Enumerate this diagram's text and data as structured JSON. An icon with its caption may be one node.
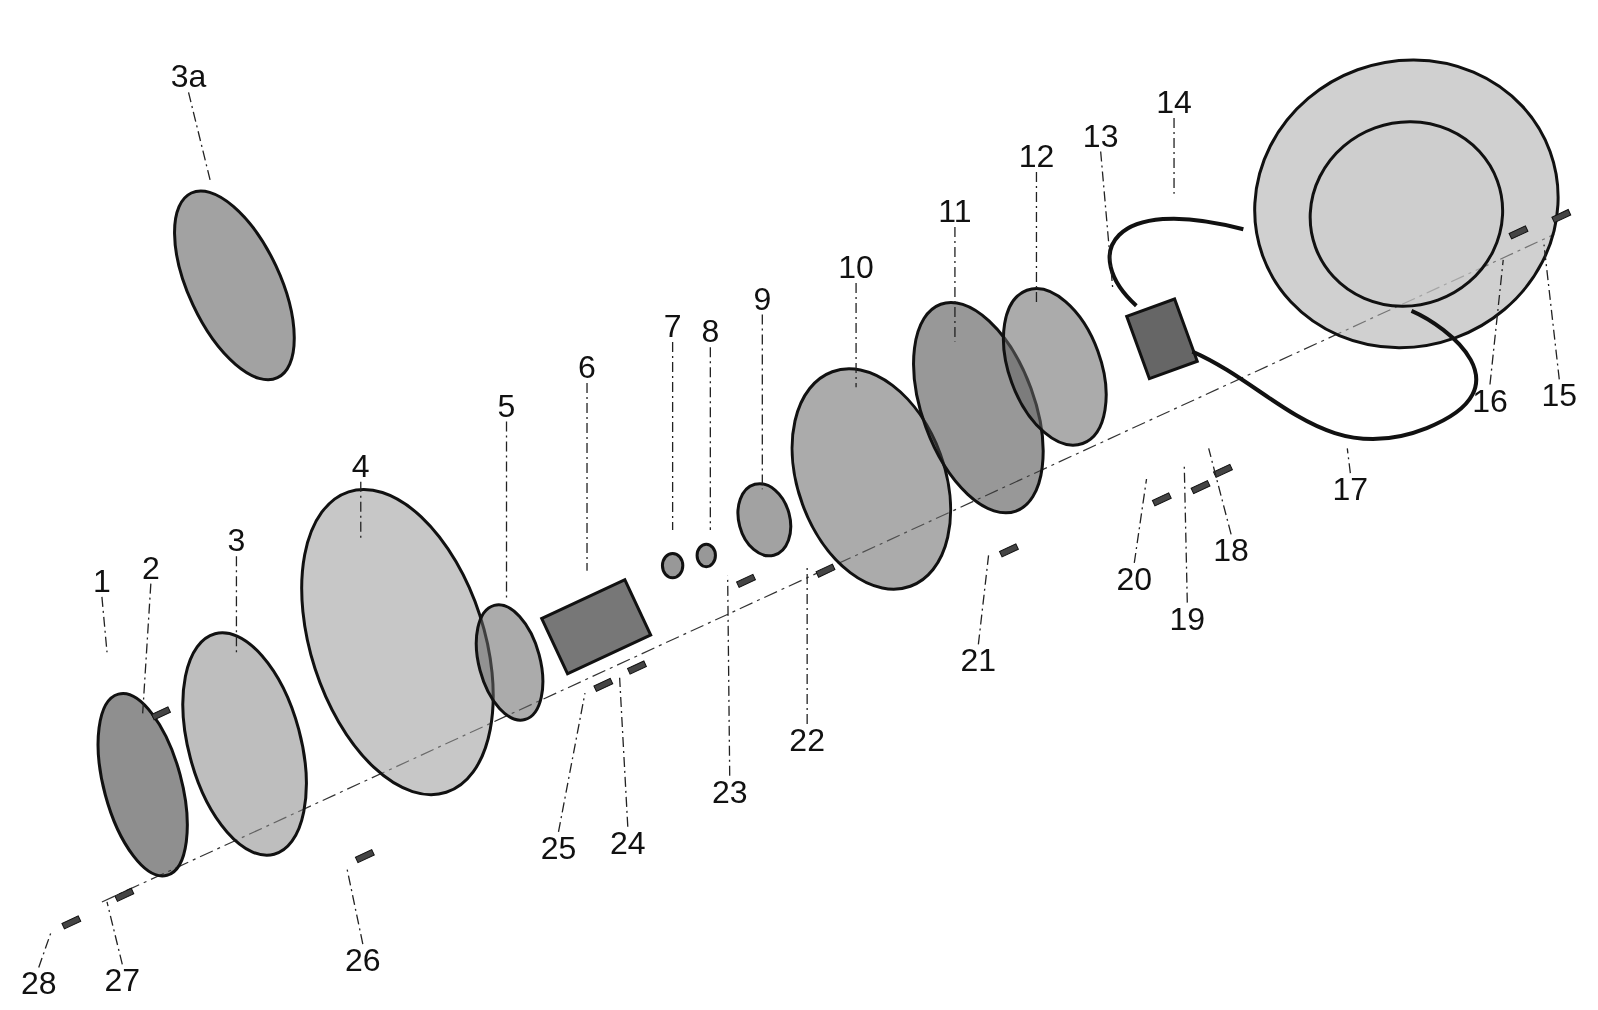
{
  "diagram": {
    "nodes": [
      {
        "text": [
          "3a"
        ]
      },
      {
        "text": [
          "1"
        ]
      },
      {
        "text": [
          "2"
        ]
      },
      {
        "text": [
          "3"
        ]
      },
      {
        "text": [
          "4"
        ]
      },
      {
        "text": [
          "5"
        ]
      },
      {
        "text": [
          "6"
        ]
      },
      {
        "text": [
          "7"
        ]
      },
      {
        "text": [
          "8"
        ]
      },
      {
        "text": [
          "9"
        ]
      },
      {
        "text": [
          "10"
        ]
      },
      {
        "text": [
          "11"
        ]
      },
      {
        "text": [
          "12"
        ]
      },
      {
        "text": [
          "13"
        ]
      },
      {
        "text": [
          "14"
        ]
      },
      {
        "text": [
          "15"
        ]
      },
      {
        "text": [
          "16"
        ]
      },
      {
        "text": [
          "17"
        ]
      },
      {
        "text": [
          "18"
        ]
      },
      {
        "text": [
          "19"
        ]
      },
      {
        "text": [
          "20"
        ]
      },
      {
        "text": [
          "21"
        ]
      },
      {
        "text": [
          "22"
        ]
      },
      {
        "text": [
          "23"
        ]
      },
      {
        "text": [
          "24"
        ]
      },
      {
        "text": [
          "25"
        ]
      },
      {
        "text": [
          "26"
        ]
      },
      {
        "text": [
          "27"
        ]
      },
      {
        "text": [
          "28"
        ]
      }
    ],
    "edges": [
      {
        "from": 0,
        "to": null,
        "arrow": "none",
        "style": "dashed"
      },
      {
        "from": 1,
        "to": null,
        "arrow": "none",
        "style": "dashed"
      },
      {
        "from": 2,
        "to": null,
        "arrow": "none",
        "style": "dashed"
      },
      {
        "from": 3,
        "to": null,
        "arrow": "none",
        "style": "dashed"
      },
      {
        "from": 4,
        "to": null,
        "arrow": "none",
        "style": "dashed"
      },
      {
        "from": 5,
        "to": null,
        "arrow": "none",
        "style": "dashed"
      },
      {
        "from": 6,
        "to": null,
        "arrow": "none",
        "style": "dashed"
      },
      {
        "from": 7,
        "to": null,
        "arrow": "none",
        "style": "dashed"
      },
      {
        "from": 8,
        "to": null,
        "arrow": "none",
        "style": "dashed"
      },
      {
        "from": 9,
        "to": null,
        "arrow": "none",
        "style": "dashed"
      },
      {
        "from": 10,
        "to": null,
        "arrow": "none",
        "style": "dashed"
      },
      {
        "from": 11,
        "to": null,
        "arrow": "none",
        "style": "dashed"
      },
      {
        "from": 12,
        "to": null,
        "arrow": "none",
        "style": "dashed"
      },
      {
        "from": 13,
        "to": null,
        "arrow": "none",
        "style": "dashed"
      },
      {
        "from": 14,
        "to": null,
        "arrow": "none",
        "style": "dashed"
      },
      {
        "from": 15,
        "to": null,
        "arrow": "none",
        "style": "dashed"
      },
      {
        "from": 16,
        "to": null,
        "arrow": "none",
        "style": "dashed"
      },
      {
        "from": 17,
        "to": null,
        "arrow": "none",
        "style": "dashed"
      },
      {
        "from": 18,
        "to": null,
        "arrow": "none",
        "style": "dashed"
      },
      {
        "from": 19,
        "to": null,
        "arrow": "none",
        "style": "dashed"
      },
      {
        "from": 20,
        "to": null,
        "arrow": "none",
        "style": "dashed"
      },
      {
        "from": 21,
        "to": null,
        "arrow": "none",
        "style": "dashed"
      },
      {
        "from": 22,
        "to": null,
        "arrow": "none",
        "style": "dashed"
      },
      {
        "from": 23,
        "to": null,
        "arrow": "none",
        "style": "dashed"
      },
      {
        "from": 24,
        "to": null,
        "arrow": "none",
        "style": "dashed"
      },
      {
        "from": 25,
        "to": null,
        "arrow": "none",
        "style": "dashed"
      },
      {
        "from": 26,
        "to": null,
        "arrow": "none",
        "style": "dashed"
      },
      {
        "from": 27,
        "to": null,
        "arrow": "none",
        "style": "dashed"
      },
      {
        "from": 28,
        "to": null,
        "arrow": "none",
        "style": "dashed"
      }
    ]
  }
}
